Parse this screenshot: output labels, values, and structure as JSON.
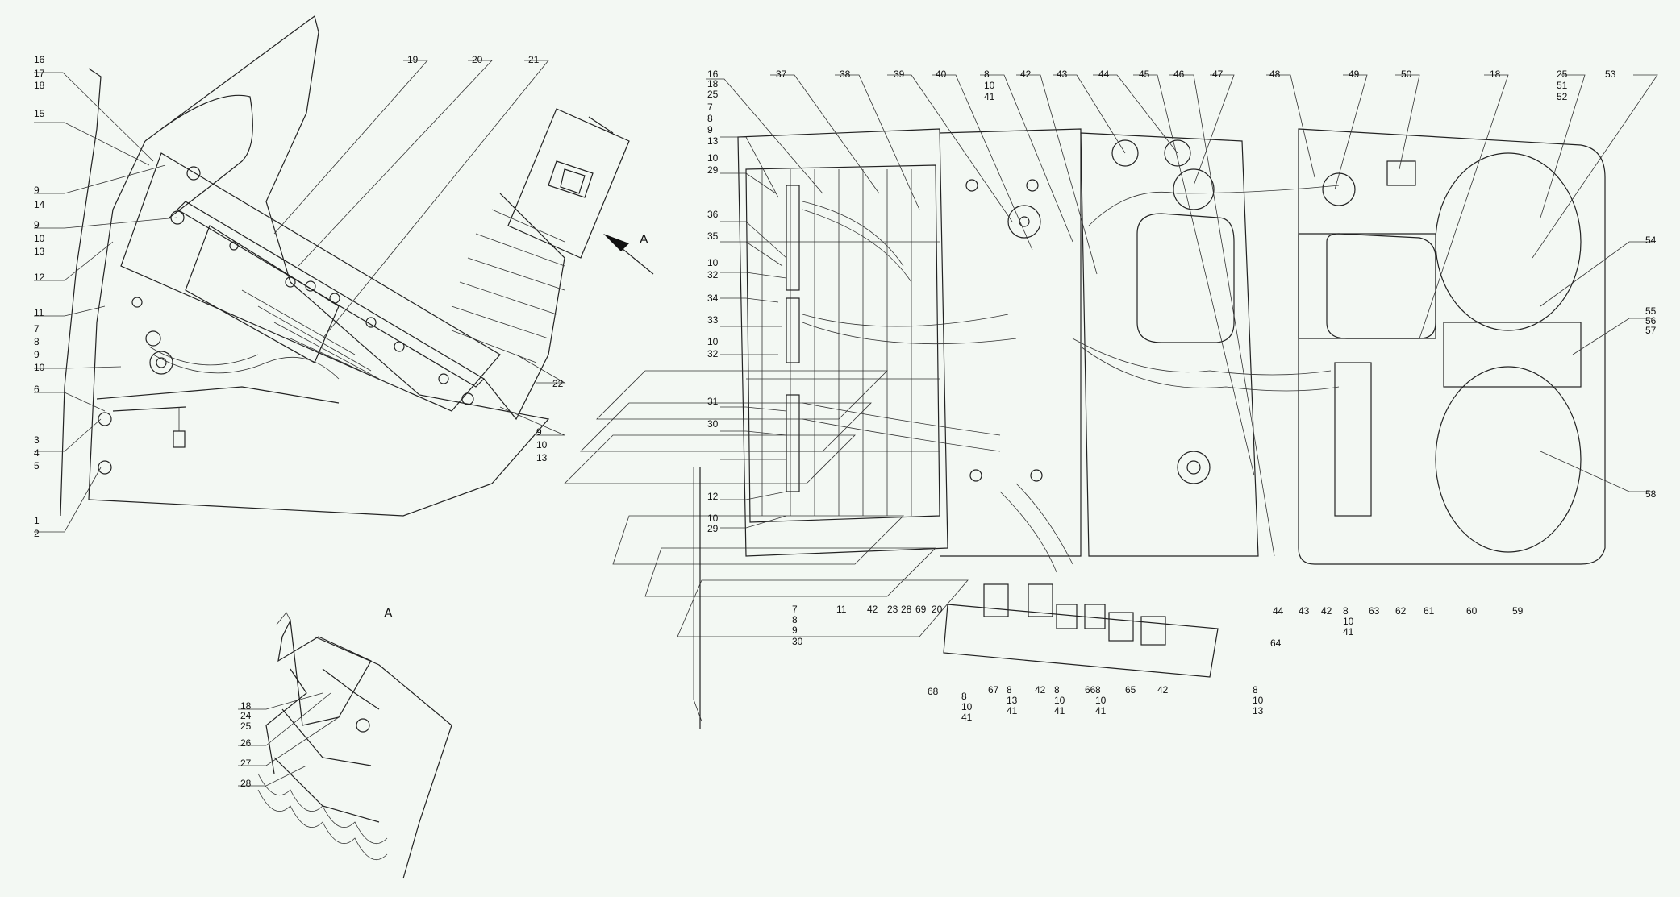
{
  "view_label": "A",
  "section_label": "A",
  "left_callouts": [
    "16",
    "17",
    "18",
    "15",
    "9",
    "14",
    "9",
    "10",
    "13",
    "12",
    "11",
    "7",
    "8",
    "9",
    "10",
    "6",
    "3",
    "4",
    "5",
    "1",
    "2",
    "19",
    "20",
    "21",
    "22",
    "9",
    "10",
    "13"
  ],
  "detail_callouts": [
    "18",
    "24",
    "25",
    "26",
    "27",
    "28"
  ],
  "right_top_callouts": [
    "16",
    "18",
    "25",
    "37",
    "38",
    "39",
    "40",
    "8",
    "10",
    "41",
    "42",
    "43",
    "44",
    "45",
    "46",
    "47",
    "48",
    "49",
    "50",
    "18",
    "25",
    "51",
    "52",
    "53"
  ],
  "right_side_callouts": [
    "7",
    "8",
    "9",
    "13",
    "10",
    "29",
    "36",
    "35",
    "10",
    "32",
    "34",
    "33",
    "10",
    "32",
    "31",
    "30",
    "12",
    "10",
    "29",
    "54",
    "55",
    "56",
    "57",
    "58"
  ],
  "right_bottom_callouts": [
    "7",
    "8",
    "9",
    "30",
    "11",
    "42",
    "23",
    "28",
    "69",
    "20",
    "68",
    "8",
    "10",
    "41",
    "67",
    "8",
    "13",
    "41",
    "42",
    "8",
    "10",
    "41",
    "66",
    "8",
    "10",
    "41",
    "65",
    "42",
    "8",
    "10",
    "13",
    "64",
    "44",
    "43",
    "42",
    "8",
    "10",
    "41",
    "63",
    "62",
    "61",
    "60",
    "59"
  ]
}
